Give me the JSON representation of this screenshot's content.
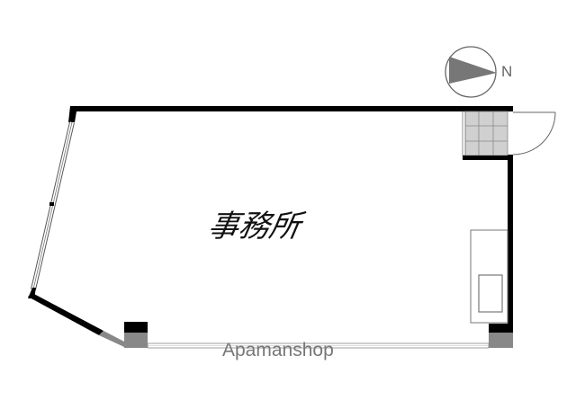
{
  "room": {
    "label": "事務所"
  },
  "compass": {
    "label": "N",
    "icon": "north-arrow-icon"
  },
  "watermark": "Apamanshop",
  "colors": {
    "wall": "#000000",
    "column": "#808080",
    "tile": "#cfcfcf",
    "line": "#666666"
  }
}
